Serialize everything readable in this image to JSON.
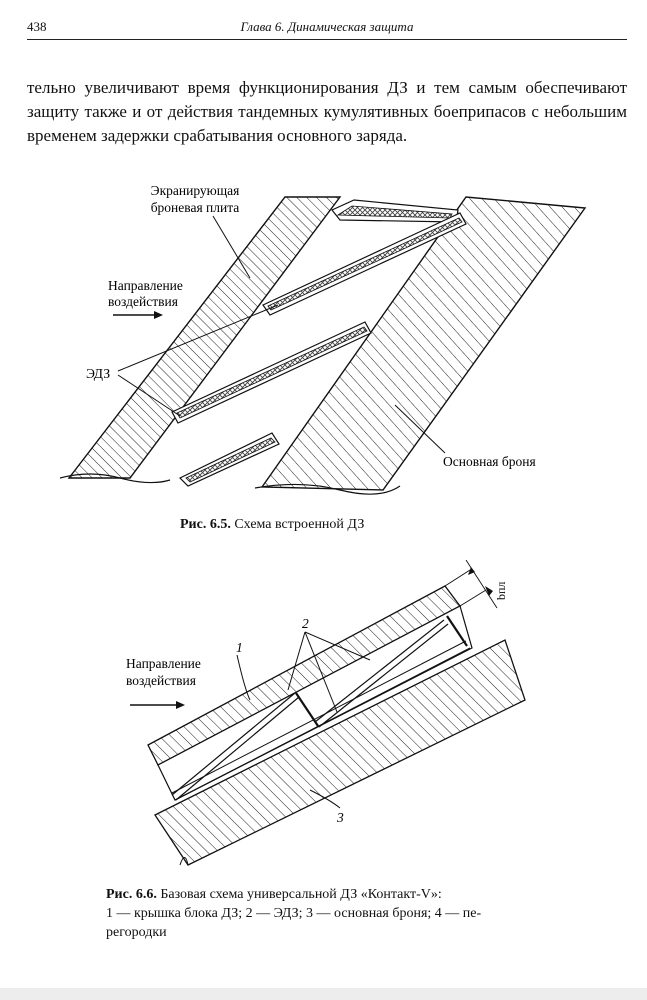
{
  "header": {
    "page_number": "438",
    "running_head": "Глава 6. Динамическая защита"
  },
  "body_text": "тельно увеличивают время функционирования ДЗ и тем самым обеспечивают защиту также и от действия тандемных кумулятивных боеприпасов с небольшим временем задержки срабатывания основного заряда.",
  "figure1": {
    "labels": {
      "screen_plate_line1": "Экранирующая",
      "screen_plate_line2": "броневая плита",
      "direction_line1": "Направление",
      "direction_line2": "воздействия",
      "edz": "ЭДЗ",
      "main_armor": "Основная броня"
    },
    "caption_prefix": "Рис. 6.5.",
    "caption_text": "Схема встроенной ДЗ"
  },
  "figure2": {
    "labels": {
      "direction_line1": "Направление",
      "direction_line2": "воздействия",
      "n1": "1",
      "n2": "2",
      "n3": "3",
      "dimension": "bпл"
    },
    "caption_prefix": "Рис. 6.6.",
    "caption_line1": "Базовая схема универсальной ДЗ «Контакт-V»:",
    "caption_line2": "1 — крышка блока ДЗ; 2 — ЭДЗ; 3 — основная броня; 4 — пе-",
    "caption_line3": "регородки"
  }
}
